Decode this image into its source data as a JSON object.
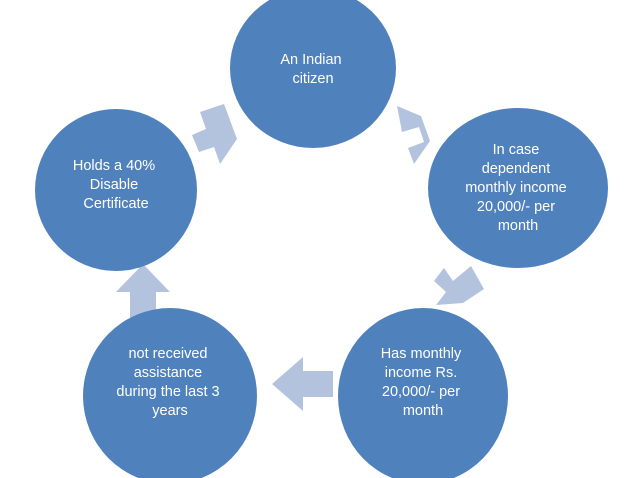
{
  "diagram": {
    "type": "cycle-diagram",
    "title": "",
    "background_color": "#ffffff",
    "node_fill_color": "#4f81bd",
    "node_text_color": "#ffffff",
    "arrow_fill_color": "#b4c3dd",
    "node_count": 5,
    "arrow_count": 5,
    "nodes": [
      {
        "id": "node-indian-citizen",
        "position": "top",
        "lines": [
          "An Indian",
          "citizen"
        ],
        "line1": "An Indian",
        "line2": "citizen",
        "line3": "",
        "line4": "",
        "line5": ""
      },
      {
        "id": "node-dependent-income",
        "position": "right",
        "lines": [
          "In case",
          "dependent",
          "monthly  income",
          "20,000/- per",
          "month"
        ],
        "line1": "In case",
        "line2": "dependent",
        "line3": "monthly  income",
        "line4": "20,000/- per",
        "line5": "month"
      },
      {
        "id": "node-monthly-income",
        "position": "bottom-right",
        "lines": [
          "Has monthly",
          "income Rs.",
          "20,000/- per",
          "month"
        ],
        "line1": "Has monthly",
        "line2": "income Rs.",
        "line3": "20,000/- per",
        "line4": "month",
        "line5": ""
      },
      {
        "id": "node-no-assistance",
        "position": "bottom-left",
        "lines": [
          "not received",
          "assistance",
          "during the last 3",
          "years"
        ],
        "line1": "not received",
        "line2": "assistance",
        "line3": "during the last 3",
        "line4": "years",
        "line5": ""
      },
      {
        "id": "node-disability-certificate",
        "position": "left",
        "lines": [
          "Holds a 40%",
          "Disable",
          "Certificate"
        ],
        "line1": "Holds a 40%",
        "line2": "Disable",
        "line3": "Certificate",
        "line4": "",
        "line5": ""
      }
    ],
    "arrows": [
      {
        "id": "arrow-top-to-right",
        "direction": "down-right",
        "from": "node-indian-citizen",
        "to": "node-dependent-income"
      },
      {
        "id": "arrow-right-to-bottom-right",
        "direction": "down-left",
        "from": "node-dependent-income",
        "to": "node-monthly-income"
      },
      {
        "id": "arrow-bottom-right-to-bottom-left",
        "direction": "left",
        "from": "node-monthly-income",
        "to": "node-no-assistance"
      },
      {
        "id": "arrow-bottom-left-to-left",
        "direction": "up",
        "from": "node-no-assistance",
        "to": "node-disability-certificate"
      },
      {
        "id": "arrow-left-to-top",
        "direction": "up-right",
        "from": "node-disability-certificate",
        "to": "node-indian-citizen"
      }
    ]
  }
}
